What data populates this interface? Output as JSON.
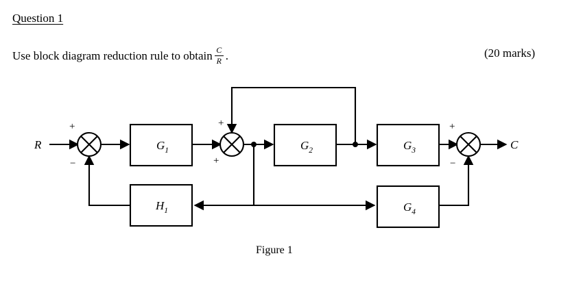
{
  "document": {
    "question_title": "Question 1",
    "prompt_prefix": "Use block diagram reduction rule to obtain",
    "fraction_numerator": "C",
    "fraction_denominator": "R",
    "prompt_suffix": ".",
    "marks": "(20 marks)",
    "figure_caption": "Figure 1"
  },
  "diagram": {
    "input_label": "R",
    "output_label": "C",
    "blocks": [
      {
        "id": "g1",
        "label": "G",
        "subscript": "1"
      },
      {
        "id": "g2",
        "label": "G",
        "subscript": "2"
      },
      {
        "id": "g3",
        "label": "G",
        "subscript": "3"
      },
      {
        "id": "g4",
        "label": "G",
        "subscript": "4"
      },
      {
        "id": "h1",
        "label": "H",
        "subscript": "1"
      }
    ],
    "summing_junctions": [
      {
        "id": "sj1",
        "signs": {
          "input": "+",
          "feedback": "−"
        }
      },
      {
        "id": "sj2",
        "signs": {
          "input": "+",
          "feedback": "+"
        }
      },
      {
        "id": "sj3",
        "signs": {
          "input": "+",
          "feedback": "−"
        }
      }
    ],
    "signs": {
      "sj1_plus": "+",
      "sj1_minus": "−",
      "sj2_top_plus": "+",
      "sj2_left_plus": "+",
      "sj3_plus": "+",
      "sj3_minus": "−"
    },
    "colors": {
      "line": "#000000",
      "background": "#ffffff"
    }
  }
}
